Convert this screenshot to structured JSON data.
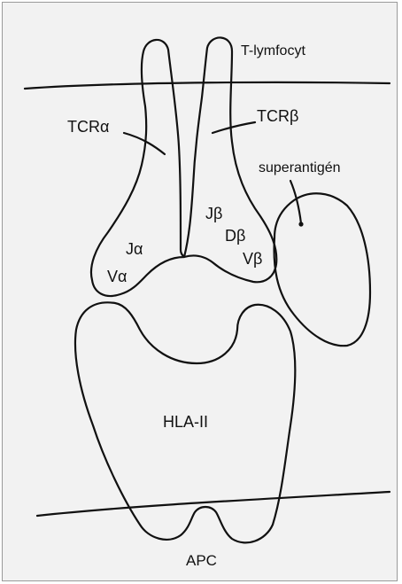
{
  "labels": {
    "t_lymfocyt": "T-lymfocyt",
    "tcr_alpha": "TCRα",
    "tcr_beta": "TCRβ",
    "superantigen": "superantigén",
    "j_beta": "Jβ",
    "d_beta": "Dβ",
    "v_beta": "Vβ",
    "j_alpha": "Jα",
    "v_alpha": "Vα",
    "hla_ii": "HLA-II",
    "apc": "APC"
  },
  "colors": {
    "background": "#f2f2f2",
    "stroke": "#111111",
    "frame": "#9a9a9a"
  }
}
